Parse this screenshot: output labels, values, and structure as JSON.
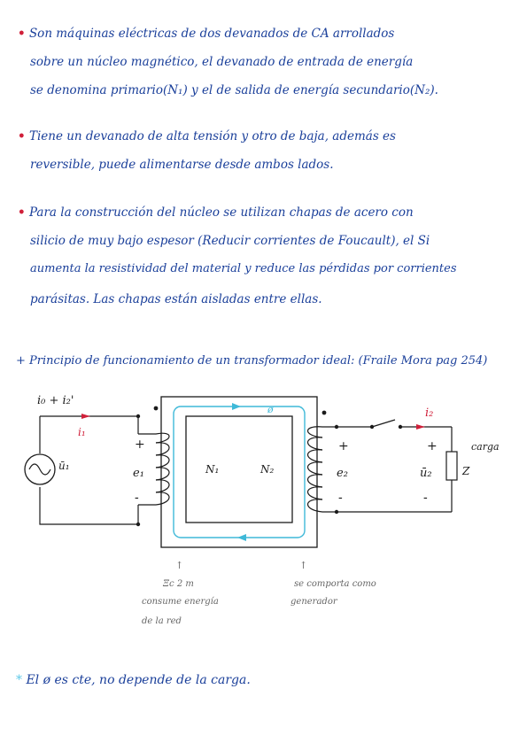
{
  "paragraphs": {
    "p1": {
      "bullet": "•",
      "lines": [
        "Son máquinas eléctricas de dos devanados de CA arrollados",
        "sobre un núcleo magnético, el devanado de entrada de energía",
        "se denomina primario(N₁) y el de salida de energía secundario(N₂)."
      ]
    },
    "p2": {
      "bullet": "•",
      "lines": [
        "Tiene un devanado de alta tensión y otro de baja, además es",
        "reversible, puede alimentarse desde ambos lados."
      ]
    },
    "p3": {
      "bullet": "•",
      "lines": [
        "Para la construcción del núcleo se utilizan chapas de acero con",
        "silicio de muy bajo espesor (Reducir corrientes de Foucault), el Si",
        "aumenta la resistividad del material y reduce las pérdidas por corrientes",
        "parásitas. Las chapas están aisladas entre ellas."
      ]
    }
  },
  "principle": {
    "bullet": "+",
    "text": "Principio de funcionamiento de un transformador ideal: (Fraile Mora pag 254)"
  },
  "diagram": {
    "label_io": "i₀ + i₂'",
    "label_i1": "i₁",
    "label_i2": "i₂",
    "label_u1": "ū₁",
    "label_e1": "e₁",
    "label_e2": "e₂",
    "label_n1": "N₁",
    "label_n2": "N₂",
    "label_u2": "ū₂",
    "label_z": "Z",
    "label_carga": "carga",
    "label_phi": "ø",
    "plus": "+",
    "minus": "-",
    "arrow": "↑",
    "note_left": [
      "Ξc 2 m",
      "consume energía",
      "de la red"
    ],
    "note_right": [
      "se comporta como",
      "generador"
    ]
  },
  "footer": {
    "star": "*",
    "text": "El ø es cte, no depende de la carga."
  },
  "colors": {
    "ink": "#1a3f9a",
    "red": "#d0203a",
    "black": "#1b1b1b",
    "cyan": "#3fb9d8",
    "gray": "#666666"
  }
}
